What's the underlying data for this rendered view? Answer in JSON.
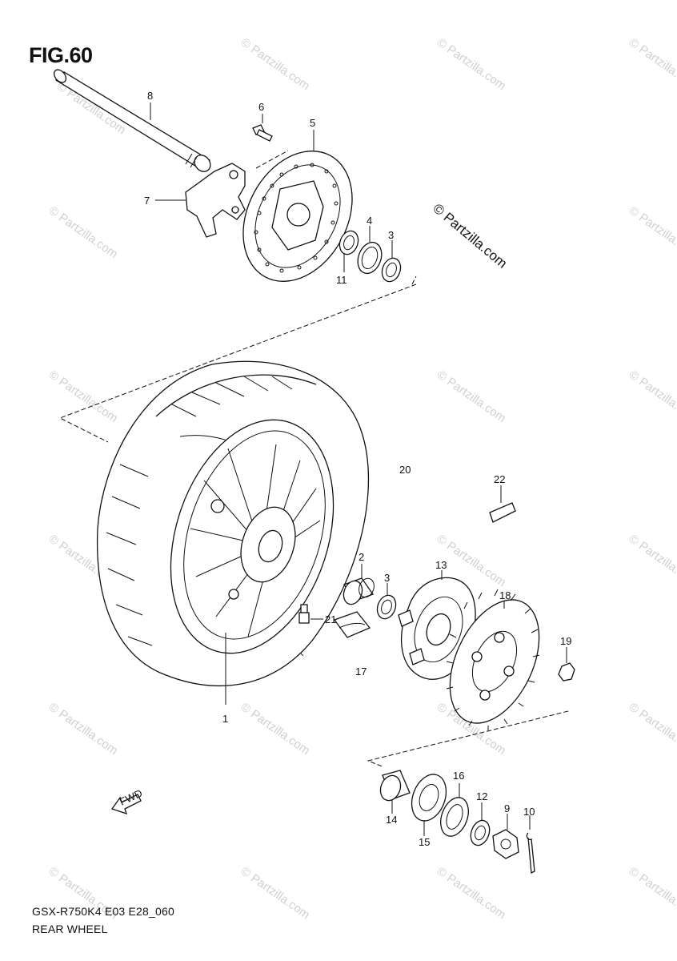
{
  "figure": {
    "title": "FIG.60",
    "model_code": "GSX-R750K4 E03 E28_060",
    "section_name": "REAR WHEEL",
    "fwd_label": "FWD"
  },
  "watermark": {
    "text": "© Partzilla.com"
  },
  "callouts": [
    "1",
    "2",
    "3",
    "3",
    "4",
    "5",
    "6",
    "7",
    "8",
    "9",
    "10",
    "11",
    "12",
    "13",
    "14",
    "15",
    "16",
    "17",
    "18",
    "19",
    "20",
    "21",
    "22"
  ]
}
